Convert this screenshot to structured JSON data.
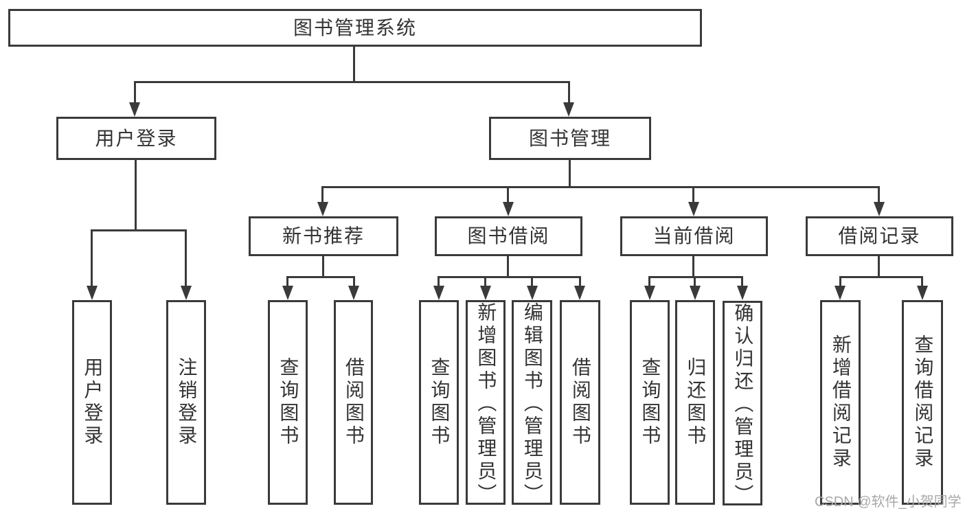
{
  "colors": {
    "line": "#3a3a3a",
    "text": "#333333",
    "box_fill": "#ffffff",
    "watermark": "#a8a8a8"
  },
  "watermark": {
    "text": "CSDN @软件_小贺同学"
  },
  "diagram": {
    "root": {
      "label": "图书管理系统"
    },
    "branches": [
      {
        "label": "用户登录",
        "children": [
          {
            "label": "用户登录"
          },
          {
            "label": "注销登录"
          }
        ]
      },
      {
        "label": "图书管理",
        "sections": [
          {
            "label": "新书推荐",
            "children": [
              {
                "label": "查询图书"
              },
              {
                "label": "借阅图书"
              }
            ]
          },
          {
            "label": "图书借阅",
            "children": [
              {
                "label": "查询图书"
              },
              {
                "label": "新增图书（管理员）"
              },
              {
                "label": "编辑图书（管理员）"
              },
              {
                "label": "借阅图书"
              }
            ]
          },
          {
            "label": "当前借阅",
            "children": [
              {
                "label": "查询图书"
              },
              {
                "label": "归还图书"
              },
              {
                "label": "确认归还（管理员）"
              }
            ]
          },
          {
            "label": "借阅记录",
            "children": [
              {
                "label": "新增借阅记录"
              },
              {
                "label": "查询借阅记录"
              }
            ]
          }
        ]
      }
    ]
  }
}
